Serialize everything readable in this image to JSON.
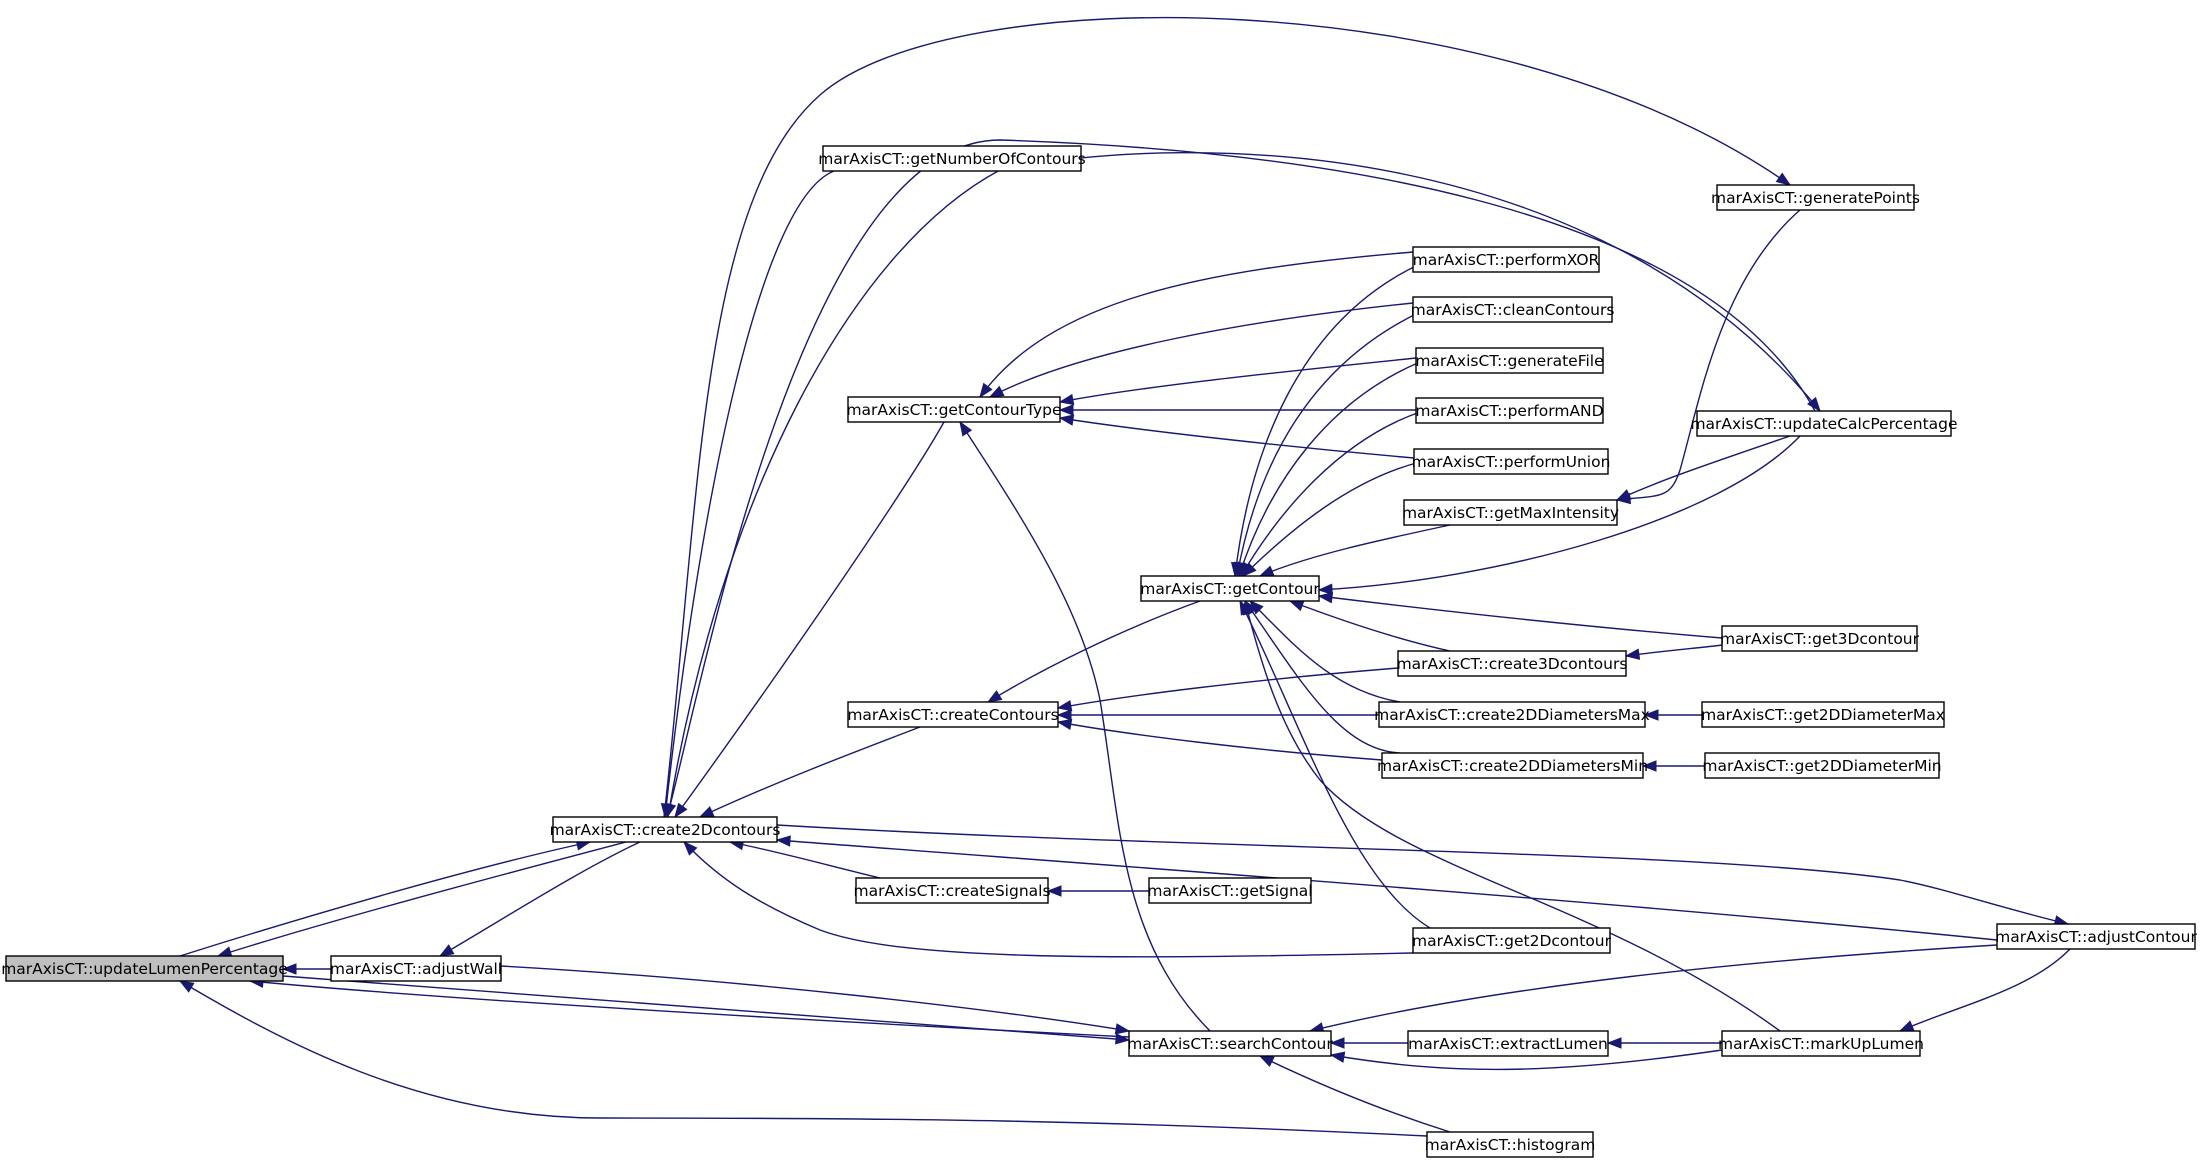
{
  "graph": {
    "title": "",
    "colors": {
      "edge": "#191970",
      "node_border": "#000000",
      "node_fill": "#ffffff",
      "root_fill": "#bfbfbf",
      "text": "#000000"
    },
    "nodes": [
      {
        "id": "updateLumenPercentage",
        "label": "marAxisCT::updateLumenPercentage",
        "root": true
      },
      {
        "id": "adjustWall",
        "label": "marAxisCT::adjustWall"
      },
      {
        "id": "create2Dcontours",
        "label": "marAxisCT::create2Dcontours"
      },
      {
        "id": "getNumberOfContours",
        "label": "marAxisCT::getNumberOfContours"
      },
      {
        "id": "getContourType",
        "label": "marAxisCT::getContourType"
      },
      {
        "id": "createContours",
        "label": "marAxisCT::createContours"
      },
      {
        "id": "createSignals",
        "label": "marAxisCT::createSignals"
      },
      {
        "id": "getSignal",
        "label": "marAxisCT::getSignal"
      },
      {
        "id": "getContour",
        "label": "marAxisCT::getContour"
      },
      {
        "id": "searchContour",
        "label": "marAxisCT::searchContour"
      },
      {
        "id": "performXOR",
        "label": "marAxisCT::performXOR"
      },
      {
        "id": "cleanContours",
        "label": "marAxisCT::cleanContours"
      },
      {
        "id": "generateFile",
        "label": "marAxisCT::generateFile"
      },
      {
        "id": "performAND",
        "label": "marAxisCT::performAND"
      },
      {
        "id": "performUnion",
        "label": "marAxisCT::performUnion"
      },
      {
        "id": "getMaxIntensity",
        "label": "marAxisCT::getMaxIntensity"
      },
      {
        "id": "create3Dcontours",
        "label": "marAxisCT::create3Dcontours"
      },
      {
        "id": "create2DDiametersMax",
        "label": "marAxisCT::create2DDiametersMax"
      },
      {
        "id": "create2DDiametersMin",
        "label": "marAxisCT::create2DDiametersMin"
      },
      {
        "id": "get2Dcontour",
        "label": "marAxisCT::get2Dcontour"
      },
      {
        "id": "extractLumen",
        "label": "marAxisCT::extractLumen"
      },
      {
        "id": "histogram",
        "label": "marAxisCT::histogram"
      },
      {
        "id": "generatePoints",
        "label": "marAxisCT::generatePoints"
      },
      {
        "id": "updateCalcPercentage",
        "label": "marAxisCT::updateCalcPercentage"
      },
      {
        "id": "get3Dcontour",
        "label": "marAxisCT::get3Dcontour"
      },
      {
        "id": "get2DDiameterMax",
        "label": "marAxisCT::get2DDiameterMax"
      },
      {
        "id": "get2DDiameterMin",
        "label": "marAxisCT::get2DDiameterMin"
      },
      {
        "id": "markUpLumen",
        "label": "marAxisCT::markUpLumen"
      },
      {
        "id": "adjustContour",
        "label": "marAxisCT::adjustContour"
      }
    ],
    "edges": [
      {
        "from": "adjustWall",
        "to": "updateLumenPercentage"
      },
      {
        "from": "create2Dcontours",
        "to": "updateLumenPercentage"
      },
      {
        "from": "searchContour",
        "to": "updateLumenPercentage"
      },
      {
        "from": "histogram",
        "to": "updateLumenPercentage"
      },
      {
        "from": "updateLumenPercentage",
        "to": "create2Dcontours"
      },
      {
        "from": "create2Dcontours",
        "to": "adjustWall"
      },
      {
        "from": "adjustWall",
        "to": "searchContour"
      },
      {
        "from": "getNumberOfContours",
        "to": "create2Dcontours"
      },
      {
        "from": "getContourType",
        "to": "create2Dcontours"
      },
      {
        "from": "createContours",
        "to": "create2Dcontours"
      },
      {
        "from": "createSignals",
        "to": "create2Dcontours"
      },
      {
        "from": "get2Dcontour",
        "to": "create2Dcontours"
      },
      {
        "from": "adjustContour",
        "to": "create2Dcontours"
      },
      {
        "from": "create2Dcontours",
        "to": "adjustContour"
      },
      {
        "from": "create2Dcontours",
        "to": "generatePoints"
      },
      {
        "from": "updateCalcPercentage",
        "to": "create2Dcontours"
      },
      {
        "from": "create2Dcontours",
        "to": "updateCalcPercentage"
      },
      {
        "from": "performXOR",
        "to": "getContourType"
      },
      {
        "from": "cleanContours",
        "to": "getContourType"
      },
      {
        "from": "generateFile",
        "to": "getContourType"
      },
      {
        "from": "performAND",
        "to": "getContourType"
      },
      {
        "from": "performUnion",
        "to": "getContourType"
      },
      {
        "from": "searchContour",
        "to": "getContourType"
      },
      {
        "from": "create3Dcontours",
        "to": "createContours"
      },
      {
        "from": "create2DDiametersMax",
        "to": "createContours"
      },
      {
        "from": "create2DDiametersMin",
        "to": "createContours"
      },
      {
        "from": "getContour",
        "to": "createContours"
      },
      {
        "from": "getSignal",
        "to": "createSignals"
      },
      {
        "from": "performXOR",
        "to": "getContour"
      },
      {
        "from": "cleanContours",
        "to": "getContour"
      },
      {
        "from": "generateFile",
        "to": "getContour"
      },
      {
        "from": "performAND",
        "to": "getContour"
      },
      {
        "from": "performUnion",
        "to": "getContour"
      },
      {
        "from": "getMaxIntensity",
        "to": "getContour"
      },
      {
        "from": "updateCalcPercentage",
        "to": "getContour"
      },
      {
        "from": "get3Dcontour",
        "to": "getContour"
      },
      {
        "from": "create3Dcontours",
        "to": "getContour"
      },
      {
        "from": "create2DDiametersMax",
        "to": "getContour"
      },
      {
        "from": "create2DDiametersMin",
        "to": "getContour"
      },
      {
        "from": "get2Dcontour",
        "to": "getContour"
      },
      {
        "from": "markUpLumen",
        "to": "getContour"
      },
      {
        "from": "generatePoints",
        "to": "getMaxIntensity"
      },
      {
        "from": "updateCalcPercentage",
        "to": "getMaxIntensity"
      },
      {
        "from": "get3Dcontour",
        "to": "create3Dcontours"
      },
      {
        "from": "get2DDiameterMax",
        "to": "create2DDiametersMax"
      },
      {
        "from": "get2DDiameterMin",
        "to": "create2DDiametersMin"
      },
      {
        "from": "extractLumen",
        "to": "searchContour"
      },
      {
        "from": "markUpLumen",
        "to": "searchContour"
      },
      {
        "from": "histogram",
        "to": "searchContour"
      },
      {
        "from": "adjustContour",
        "to": "searchContour"
      },
      {
        "from": "markUpLumen",
        "to": "extractLumen"
      },
      {
        "from": "adjustContour",
        "to": "markUpLumen"
      },
      {
        "from": "updateLumenPercentage",
        "to": "searchContour"
      }
    ]
  }
}
